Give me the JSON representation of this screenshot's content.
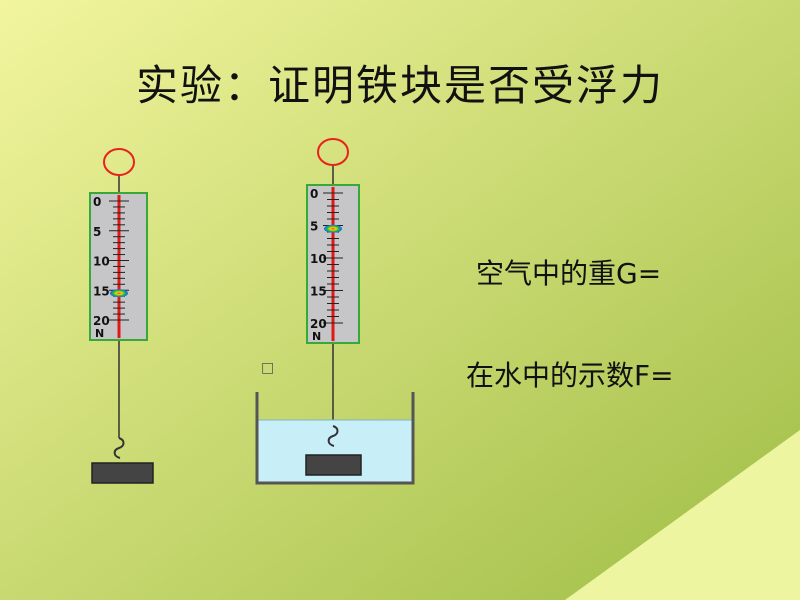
{
  "slide": {
    "title": "实验：证明铁块是否受浮力",
    "labels": {
      "weight_in_air": "空气中的重G=",
      "reading_in_water": "在水中的示数F="
    },
    "small_mark": "□"
  },
  "scales": [
    {
      "name": "scale-in-air",
      "tick_labels": [
        "0",
        "5",
        "10",
        "15",
        "20"
      ],
      "unit": "N",
      "reading": 15.5
    },
    {
      "name": "scale-in-water",
      "tick_labels": [
        "0",
        "5",
        "10",
        "15",
        "20"
      ],
      "unit": "N",
      "reading": 5.5
    }
  ],
  "colors": {
    "background_light": "#f2f59e",
    "background_dark": "#9fbd45",
    "corner_triangle": "#eef5a0",
    "ring": "#e8221c",
    "scale_face": "#c6c6c8",
    "scale_border": "#38a838",
    "center_line": "#e01818",
    "water": "#c8eef8",
    "block": "#444444"
  }
}
